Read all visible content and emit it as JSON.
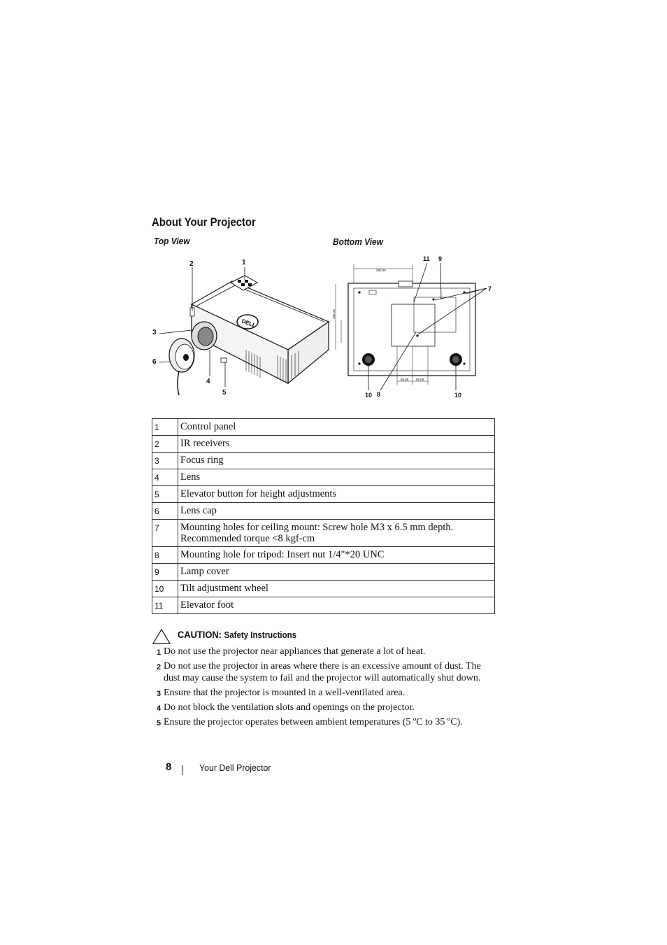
{
  "page": {
    "title": "About Your Projector",
    "top_view_label": "Top View",
    "bottom_view_label": "Bottom View"
  },
  "figure_top": {
    "callouts": [
      "1",
      "2",
      "3",
      "4",
      "5",
      "6"
    ]
  },
  "figure_bottom": {
    "callouts": [
      "11",
      "9",
      "7",
      "10",
      "8",
      "10"
    ],
    "dimensions": [
      "262.50",
      "165.10",
      "55.00",
      "55.00"
    ]
  },
  "parts": [
    {
      "num": "1",
      "desc": "Control panel"
    },
    {
      "num": "2",
      "desc": "IR receivers"
    },
    {
      "num": "3",
      "desc": "Focus ring"
    },
    {
      "num": "4",
      "desc": "Lens"
    },
    {
      "num": "5",
      "desc": "Elevator button for height adjustments"
    },
    {
      "num": "6",
      "desc": "Lens cap"
    },
    {
      "num": "7",
      "desc": "Mounting holes for ceiling mount: Screw hole M3 x 6.5 mm depth. Recommended torque <8 kgf-cm"
    },
    {
      "num": "8",
      "desc": "Mounting hole for tripod: Insert nut 1/4\"*20 UNC"
    },
    {
      "num": "9",
      "desc": "Lamp cover"
    },
    {
      "num": "10",
      "desc": "Tilt adjustment wheel"
    },
    {
      "num": "11",
      "desc": "Elevator foot"
    }
  ],
  "caution": {
    "label": "CAUTION:",
    "title": "Safety Instructions",
    "icon": "caution-triangle-icon"
  },
  "instructions": [
    {
      "num": "1",
      "text": "Do not use the projector near appliances that generate a lot of heat."
    },
    {
      "num": "2",
      "text": "Do not use the projector in areas where there is an excessive amount of dust. The dust may cause the system to fail and the projector will automatically shut down."
    },
    {
      "num": "3",
      "text": "Ensure that the projector is mounted in a well-ventilated area."
    },
    {
      "num": "4",
      "text": "Do not block the ventilation slots and openings on the projector."
    },
    {
      "num": "5",
      "text": "Ensure the projector operates between ambient temperatures (5 ºC to 35 ºC)."
    }
  ],
  "footer": {
    "page_number": "8",
    "section": "Your Dell Projector"
  }
}
